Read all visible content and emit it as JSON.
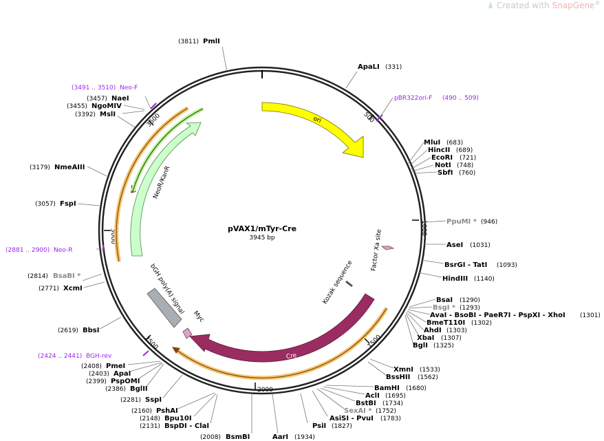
{
  "watermark": {
    "prefix": "Created with ",
    "brand": "SnapGene",
    "reg": "®"
  },
  "map": {
    "name": "pVAX1/mTyr-Cre",
    "length_label": "3945 bp",
    "ticks": [
      "500",
      "1000",
      "1500",
      "2000",
      "2500",
      "3000",
      "3500"
    ]
  },
  "features": {
    "ori": "ori",
    "neor": "NeoR/KanR",
    "cre": "Cre",
    "bgh": "bGH poly(A) signal",
    "myc": "Myc",
    "kozak": "Kozak sequence",
    "factorxa": "Factor Xa site"
  },
  "primers": [
    {
      "id": "neo-f",
      "range": "(3491 .. 3510)",
      "name": "Neo-F"
    },
    {
      "id": "pbr",
      "name": "pBR322ori-F",
      "range": "(490 .. 509)"
    },
    {
      "id": "neo-r",
      "range": "(2881 .. 2900)",
      "name": "Neo-R"
    },
    {
      "id": "bgh-rev",
      "range": "(2424 .. 2441)",
      "name": "BGH-rev"
    }
  ],
  "sites": {
    "pmli": {
      "pos": "(3811)",
      "name": "PmlI"
    },
    "apali": {
      "name": "ApaLI",
      "pos": "(331)"
    },
    "naei": {
      "pos": "(3457)",
      "name": "NaeI"
    },
    "ngomiv": {
      "pos": "(3455)",
      "name": "NgoMIV"
    },
    "msli": {
      "pos": "(3392)",
      "name": "MslI"
    },
    "nmeaiii": {
      "pos": "(3179)",
      "name": "NmeAIII"
    },
    "fspi": {
      "pos": "(3057)",
      "name": "FspI"
    },
    "bsabi": {
      "pos": "(2814)",
      "name": "BsaBI *"
    },
    "xcmi": {
      "pos": "(2771)",
      "name": "XcmI"
    },
    "bbsi": {
      "pos": "(2619)",
      "name": "BbsI"
    },
    "pmei": {
      "pos": "(2408)",
      "name": "PmeI"
    },
    "apai": {
      "pos": "(2403)",
      "name": "ApaI"
    },
    "pspomi": {
      "pos": "(2399)",
      "name": "PspOMI"
    },
    "bglii": {
      "pos": "(2386)",
      "name": "BglII"
    },
    "sspi": {
      "pos": "(2281)",
      "name": "SspI"
    },
    "pshai": {
      "pos": "(2160)",
      "name": "PshAI"
    },
    "bpu10i": {
      "pos": "(2148)",
      "name": "Bpu10I"
    },
    "bspdi": {
      "pos": "(2131)",
      "name": "BspDI - ClaI"
    },
    "bsmbi": {
      "pos": "(2008)",
      "name": "BsmBI"
    },
    "aari": {
      "name": "AarI",
      "pos": "(1934)"
    },
    "psii": {
      "name": "PsiI",
      "pos": "(1827)"
    },
    "asisi": {
      "name": "AsiSI - PvuI",
      "pos": "(1783)"
    },
    "sexai": {
      "name": "SexAI *",
      "pos": "(1752)"
    },
    "bstbi": {
      "name": "BstBI",
      "pos": "(1734)"
    },
    "acli": {
      "name": "AclI",
      "pos": "(1695)"
    },
    "bsshi": {
      "name": "BamHI",
      "pos": "(1680)"
    },
    "bsshii": {
      "name": "BssHII",
      "pos": "(1562)"
    },
    "xmni": {
      "name": "XmnI",
      "pos": "(1533)"
    },
    "bgli": {
      "name": "BglI",
      "pos": "(1325)"
    },
    "xbai": {
      "name": "XbaI",
      "pos": "(1307)"
    },
    "ahdi": {
      "name": "AhdI",
      "pos": "(1303)"
    },
    "bmet110i": {
      "name": "BmeT110I",
      "pos": "(1302)"
    },
    "avai": {
      "name": "AvaI - BsoBI - PaeR7I - PspXI - XhoI",
      "pos": "(1301)"
    },
    "bsgi": {
      "name": "BsgI *",
      "pos": "(1293)"
    },
    "bsai": {
      "name": "BsaI",
      "pos": "(1290)"
    },
    "hindiii": {
      "name": "HindIII",
      "pos": "(1140)"
    },
    "bsrgi": {
      "name": "BsrGI - TatI",
      "pos": "(1093)"
    },
    "asei": {
      "name": "AseI",
      "pos": "(1031)"
    },
    "ppumi": {
      "name": "PpuMI *",
      "pos": "(946)"
    },
    "sbfi": {
      "name": "SbfI",
      "pos": "(760)"
    },
    "noti": {
      "name": "NotI",
      "pos": "(748)"
    },
    "ecori": {
      "name": "EcoRI",
      "pos": "(721)"
    },
    "hincii": {
      "name": "HincII",
      "pos": "(689)"
    },
    "mlui": {
      "name": "MluI",
      "pos": "(683)"
    }
  }
}
